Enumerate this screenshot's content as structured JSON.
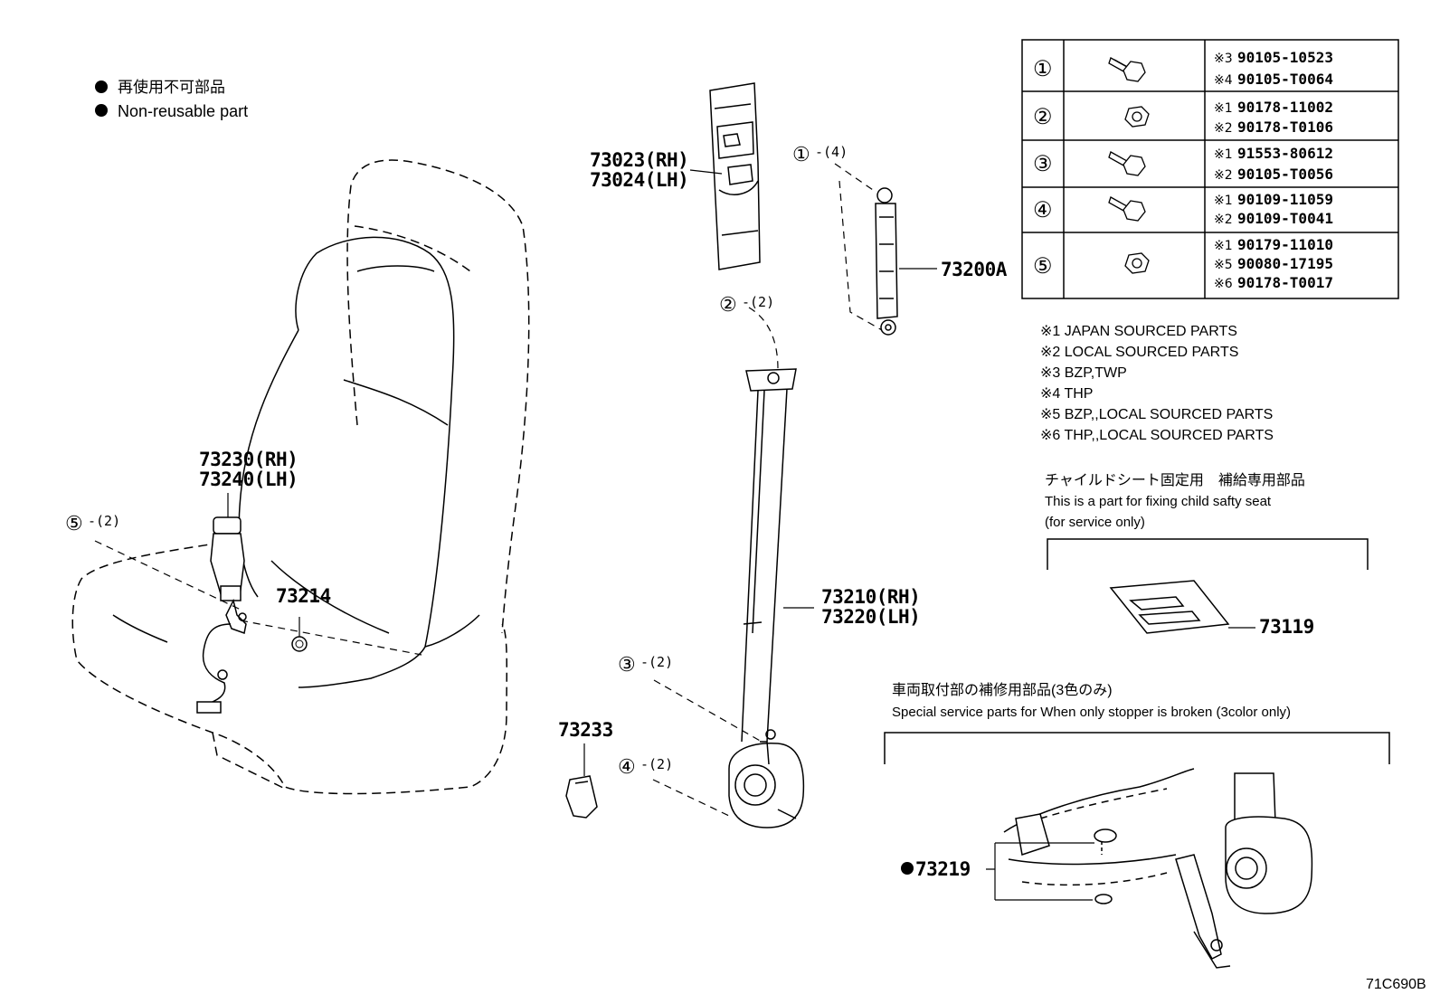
{
  "legend": {
    "line_jp": "再使用不可部品",
    "line_en": "Non-reusable part"
  },
  "parts": {
    "garnish_rh": "73023(RH)",
    "garnish_lh": "73024(LH)",
    "anchor": "73200A",
    "belt_rh": "73210(RH)",
    "belt_lh": "73220(LH)",
    "buckle_rh": "73230(RH)",
    "buckle_lh": "73240(LH)",
    "clip": "73214",
    "cover": "73233",
    "child_plate": "73119",
    "stopper": "73219"
  },
  "callouts": {
    "c1": {
      "num": "①",
      "qty": "-(4)"
    },
    "c2": {
      "num": "②",
      "qty": "-(2)"
    },
    "c3": {
      "num": "③",
      "qty": "-(2)"
    },
    "c4": {
      "num": "④",
      "qty": "-(2)"
    },
    "c5": {
      "num": "⑤",
      "qty": "-(2)"
    }
  },
  "fastener_table": [
    {
      "num": "①",
      "codes": [
        {
          "mark": "※3",
          "code": "90105-10523"
        },
        {
          "mark": "※4",
          "code": "90105-T0064"
        }
      ]
    },
    {
      "num": "②",
      "codes": [
        {
          "mark": "※1",
          "code": "90178-11002"
        },
        {
          "mark": "※2",
          "code": "90178-T0106"
        }
      ]
    },
    {
      "num": "③",
      "codes": [
        {
          "mark": "※1",
          "code": "91553-80612"
        },
        {
          "mark": "※2",
          "code": "90105-T0056"
        }
      ]
    },
    {
      "num": "④",
      "codes": [
        {
          "mark": "※1",
          "code": "90109-11059"
        },
        {
          "mark": "※2",
          "code": "90109-T0041"
        }
      ]
    },
    {
      "num": "⑤",
      "codes": [
        {
          "mark": "※1",
          "code": "90179-11010"
        },
        {
          "mark": "※5",
          "code": "90080-17195"
        },
        {
          "mark": "※6",
          "code": "90178-T0017"
        }
      ]
    }
  ],
  "footnotes": [
    "※1 JAPAN SOURCED PARTS",
    "※2 LOCAL SOURCED PARTS",
    "※3 BZP,TWP",
    "※4 THP",
    "※5 BZP,,LOCAL SOURCED PARTS",
    "※6 THP,,LOCAL SOURCED PARTS"
  ],
  "child_seat": {
    "title_jp": "チャイルドシート固定用　補給専用部品",
    "line1": "This is a part for fixing child safty seat",
    "line2": "(for service only)"
  },
  "stopper_section": {
    "title_jp": "車両取付部の補修用部品(3色のみ)",
    "title_en": "Special service parts for When only stopper is broken (3color only)"
  },
  "illustration_id": "71C690B"
}
